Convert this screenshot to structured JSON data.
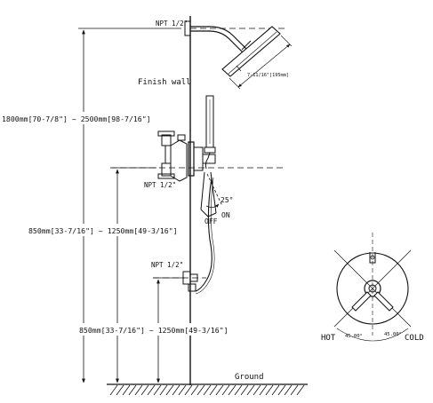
{
  "labels": {
    "npt_top": "NPT 1/2\"",
    "npt_mid": "NPT 1/2\"",
    "npt_low": "NPT 1/2\"",
    "showerhead_size": "7-11/16\"[195mm]",
    "finish_wall": "Finish wall",
    "total_height": "1800mm[70-7/8\"] ~ 2500mm[98-7/16\"]",
    "valve_height": "850mm[33-7/16\"] ~ 1250mm[49-3/16\"]",
    "lower_height": "850mm[33-7/16\"] ~ 1250mm[49-3/16\"]",
    "rotation_angle": "25°",
    "on": "ON",
    "off": "OFF",
    "hot": "HOT",
    "cold": "COLD",
    "angle_left": "45.00°",
    "angle_right": "45.00°",
    "ground": "Ground"
  }
}
